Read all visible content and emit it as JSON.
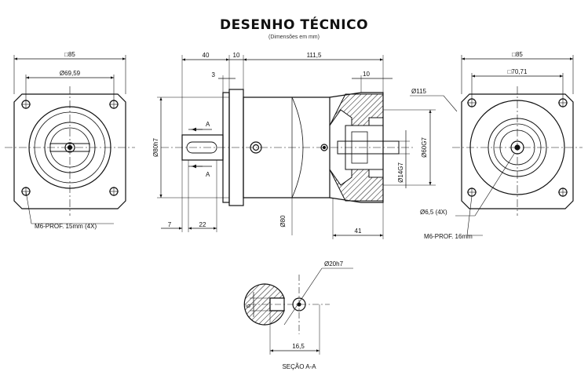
{
  "title": "DESENHO TÉCNICO",
  "subtitle": "(Dimensões em mm)",
  "left_view": {
    "top_dim": "□85",
    "inner_dim": "Ø69,59",
    "hole_note": "M6-PROF. 15mm (4X)"
  },
  "side_view": {
    "dim_40": "40",
    "dim_10_top": "10",
    "dim_111_5": "111,5",
    "dim_3": "3",
    "dim_10_right": "10",
    "dim_80h7": "Ø80h7",
    "section_letter_top": "A",
    "section_letter_bottom": "A",
    "dim_7": "7",
    "dim_22": "22",
    "dim_80": "Ø80",
    "dim_41": "41",
    "dim_60G7": "Ø60G7",
    "dim_14G7": "Ø14G7",
    "dim_115": "Ø115"
  },
  "right_view": {
    "top_dim": "□85",
    "inner_dim": "□70,71",
    "hole_dim": "Ø6,5 (4X)",
    "hole_note": "M6-PROF. 16mm"
  },
  "section": {
    "dim_20h7": "Ø20h7",
    "dim_6": "6",
    "dim_16_5": "16,5",
    "caption": "SEÇÃO A-A"
  },
  "colors": {
    "line": "#111111",
    "hatch": "#111111",
    "background": "#ffffff"
  }
}
